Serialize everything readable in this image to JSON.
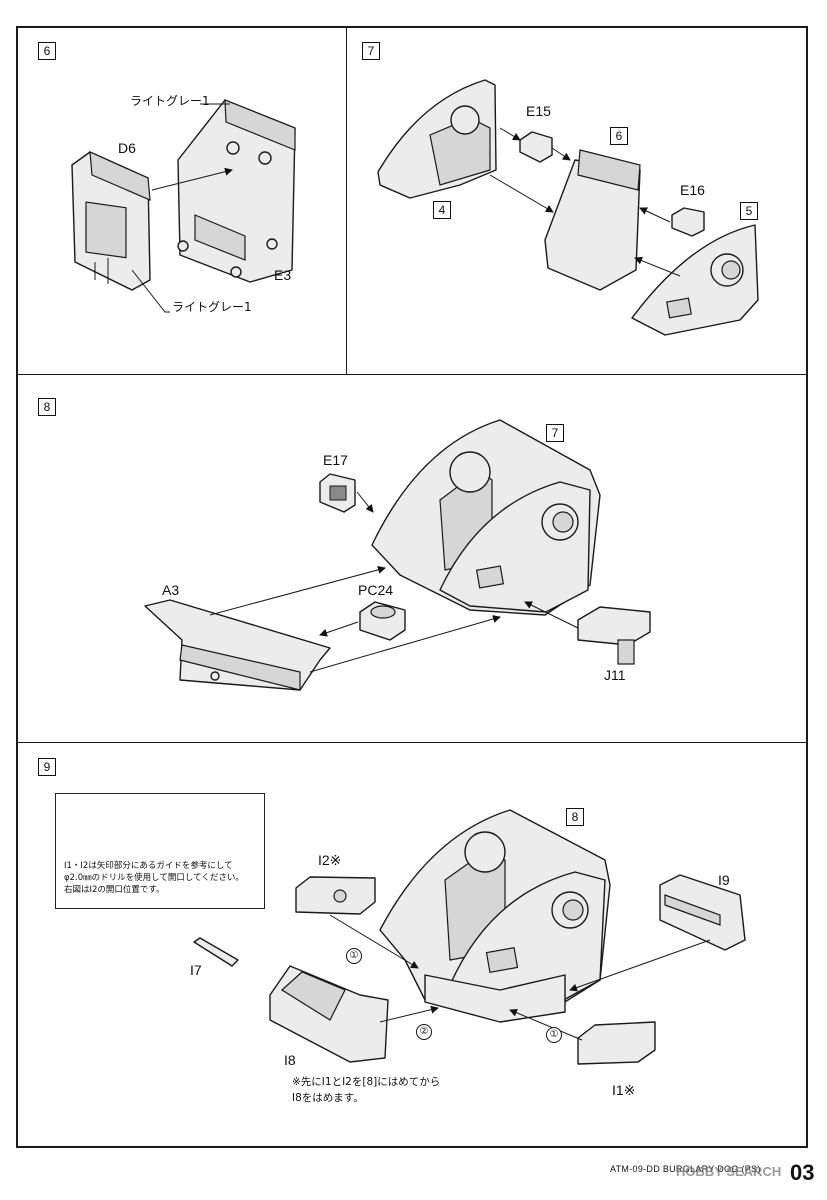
{
  "steps": [
    {
      "number": "6",
      "parts": [
        "D6",
        "E3"
      ],
      "color_label_top": "ライトグレー1",
      "color_label_bottom": "ライトグレー1"
    },
    {
      "number": "7",
      "parts": [
        "E15",
        "E16"
      ],
      "refs": [
        "4",
        "6",
        "5"
      ]
    },
    {
      "number": "8",
      "parts": [
        "E17",
        "A3",
        "PC24",
        "J11"
      ],
      "refs": [
        "7"
      ]
    },
    {
      "number": "9",
      "parts": [
        "I2※",
        "I9",
        "I7",
        "I8",
        "I1※"
      ],
      "refs": [
        "8"
      ],
      "order_marks": [
        "①",
        "②",
        "①"
      ],
      "note_text": "I1・I2は矢印部分にあるガイドを参考にして\nφ2.0㎜のドリルを使用して開口してください。\n右図はI2の開口位置です。",
      "footnote": "※先にI1とI2を[8]にはめてから\nI8をはめます。"
    }
  ],
  "footer": {
    "model": "ATM-09-DD BURGLARY DOG (PS)",
    "page": "03",
    "watermark": "HOBBY SEARCH"
  }
}
